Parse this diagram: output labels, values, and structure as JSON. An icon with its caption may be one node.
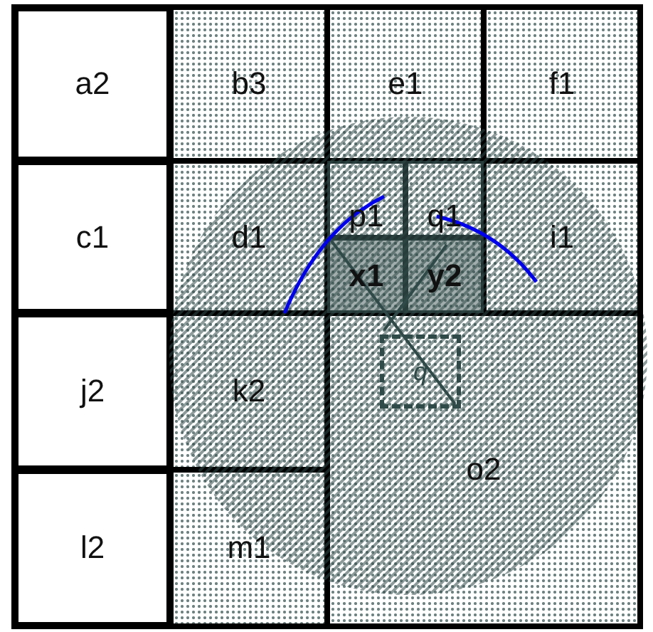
{
  "diagram": {
    "nodes": [
      {
        "text": [
          "a2"
        ]
      },
      {
        "text": [
          "b3"
        ]
      },
      {
        "text": [
          "e1"
        ]
      },
      {
        "text": [
          "f1"
        ]
      },
      {
        "text": [
          "c1"
        ]
      },
      {
        "text": [
          "d1"
        ]
      },
      {
        "text": [
          "p1"
        ]
      },
      {
        "text": [
          "q1"
        ]
      },
      {
        "text": [
          "i1"
        ]
      },
      {
        "text": [
          "x1"
        ]
      },
      {
        "text": [
          "y2"
        ]
      },
      {
        "text": [
          "j2"
        ]
      },
      {
        "text": [
          "k2"
        ]
      },
      {
        "text": [
          "o2"
        ]
      },
      {
        "text": [
          "q"
        ],
        "in": 13
      },
      {
        "text": [
          "l2"
        ]
      },
      {
        "text": [
          "m1"
        ]
      }
    ]
  }
}
